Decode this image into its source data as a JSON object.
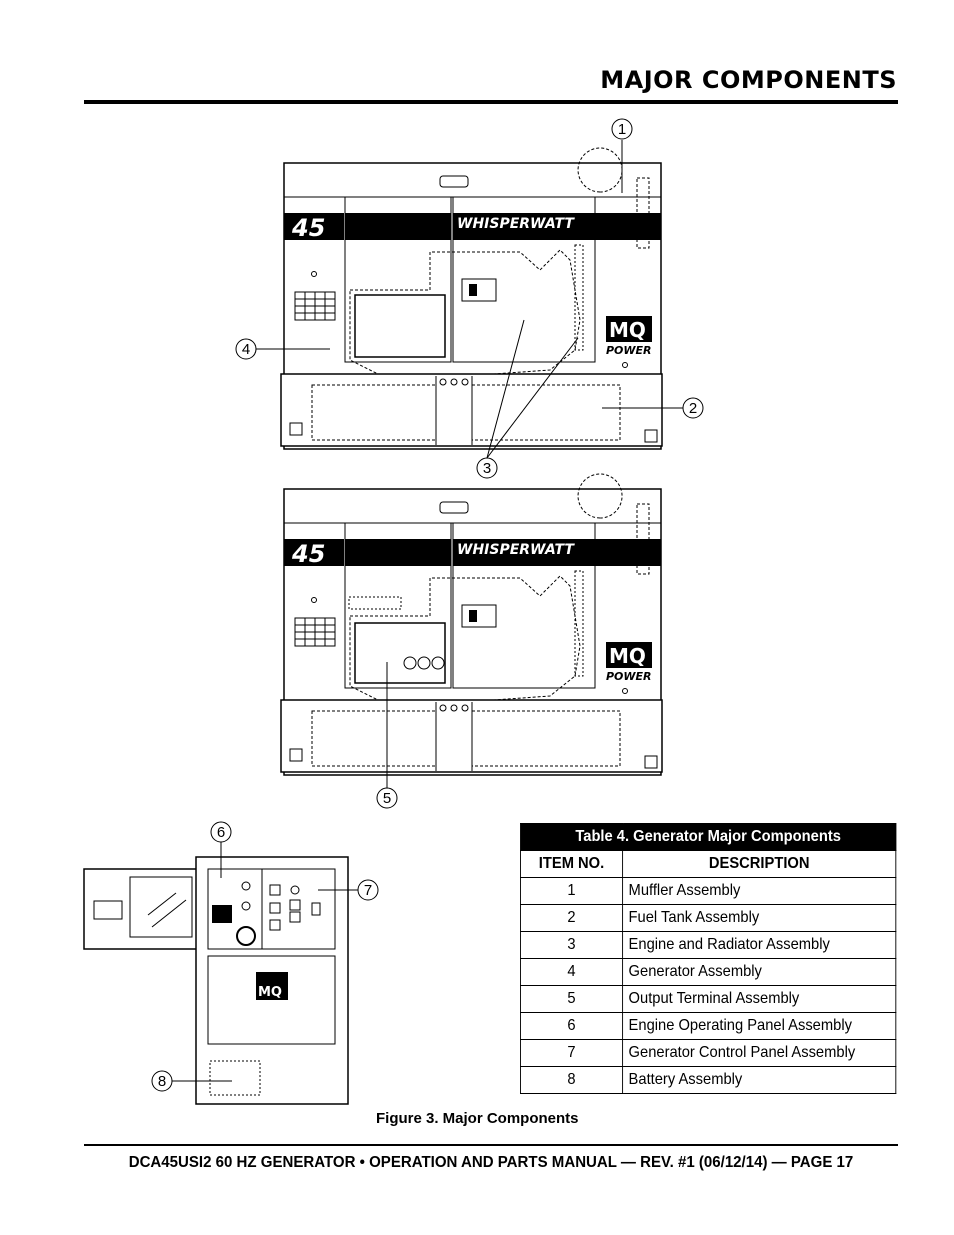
{
  "header": {
    "title": "MAJOR COMPONENTS"
  },
  "figure": {
    "caption": "Figure 3. Major Components",
    "model_badge": "45",
    "brand": "WHISPERWATT",
    "logo_text": "MQ",
    "logo_sub": "POWER",
    "callouts": [
      "1",
      "2",
      "3",
      "4",
      "5",
      "6",
      "7",
      "8"
    ]
  },
  "table": {
    "caption": "Table 4. Generator Major Components",
    "headers": [
      "ITEM NO.",
      "DESCRIPTION"
    ],
    "rows": [
      {
        "no": "1",
        "desc": "Muffler Assembly"
      },
      {
        "no": "2",
        "desc": "Fuel Tank Assembly"
      },
      {
        "no": "3",
        "desc": "Engine and Radiator Assembly"
      },
      {
        "no": "4",
        "desc": "Generator Assembly"
      },
      {
        "no": "5",
        "desc": "Output Terminal Assembly"
      },
      {
        "no": "6",
        "desc": "Engine Operating Panel Assembly"
      },
      {
        "no": "7",
        "desc": "Generator Control Panel Assembly"
      },
      {
        "no": "8",
        "desc": "Battery Assembly"
      }
    ]
  },
  "footer": {
    "text": "DCA45USI2 60 HZ GENERATOR • OPERATION AND PARTS MANUAL — REV. #1 (06/12/14) — PAGE 17"
  }
}
